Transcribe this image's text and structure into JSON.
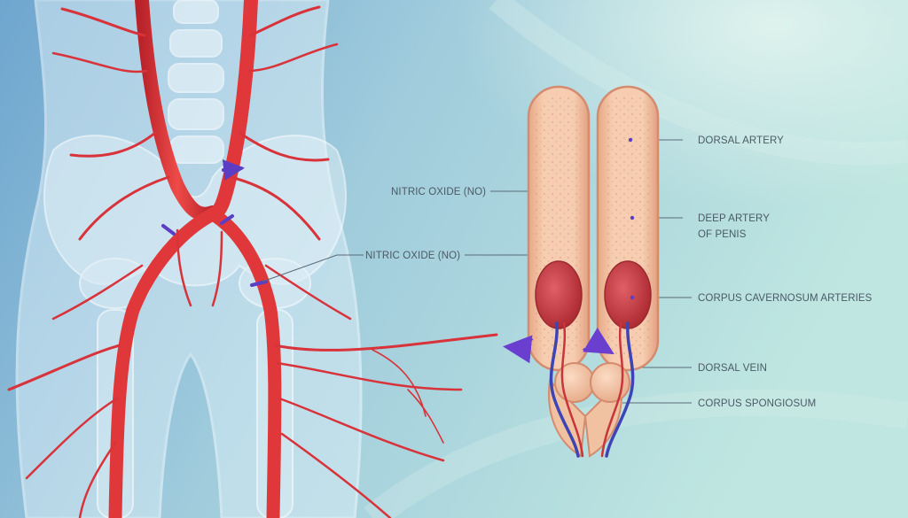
{
  "labels": {
    "nitric_oxide_1": "NITRIC OXIDE (NO)",
    "nitric_oxide_2": "NITRIC OXIDE (NO)",
    "dorsal_artery": "DORSAL ARTERY",
    "deep_artery_line1": "DEEP ARTERY",
    "deep_artery_line2": "OF PENIS",
    "corpus_cavernosum_arteries": "CORPUS CAVERNOSUM ARTERIES",
    "dorsal_vein": "DORSAL VEIN",
    "corpus_spongiosum": "CORPUS SPONGIOSUM"
  },
  "colors": {
    "background_left": "#6fa6cf",
    "background_right": "#bfe6e0",
    "artery_red": "#e0383a",
    "tissue_beige": "#f0c2a2",
    "chamber_red": "#c8353c",
    "vein_blue": "#3d45b4",
    "arrow_purple": "#6a3fd0",
    "leader_line": "#5a6b78",
    "label_text": "#4a5a66"
  }
}
